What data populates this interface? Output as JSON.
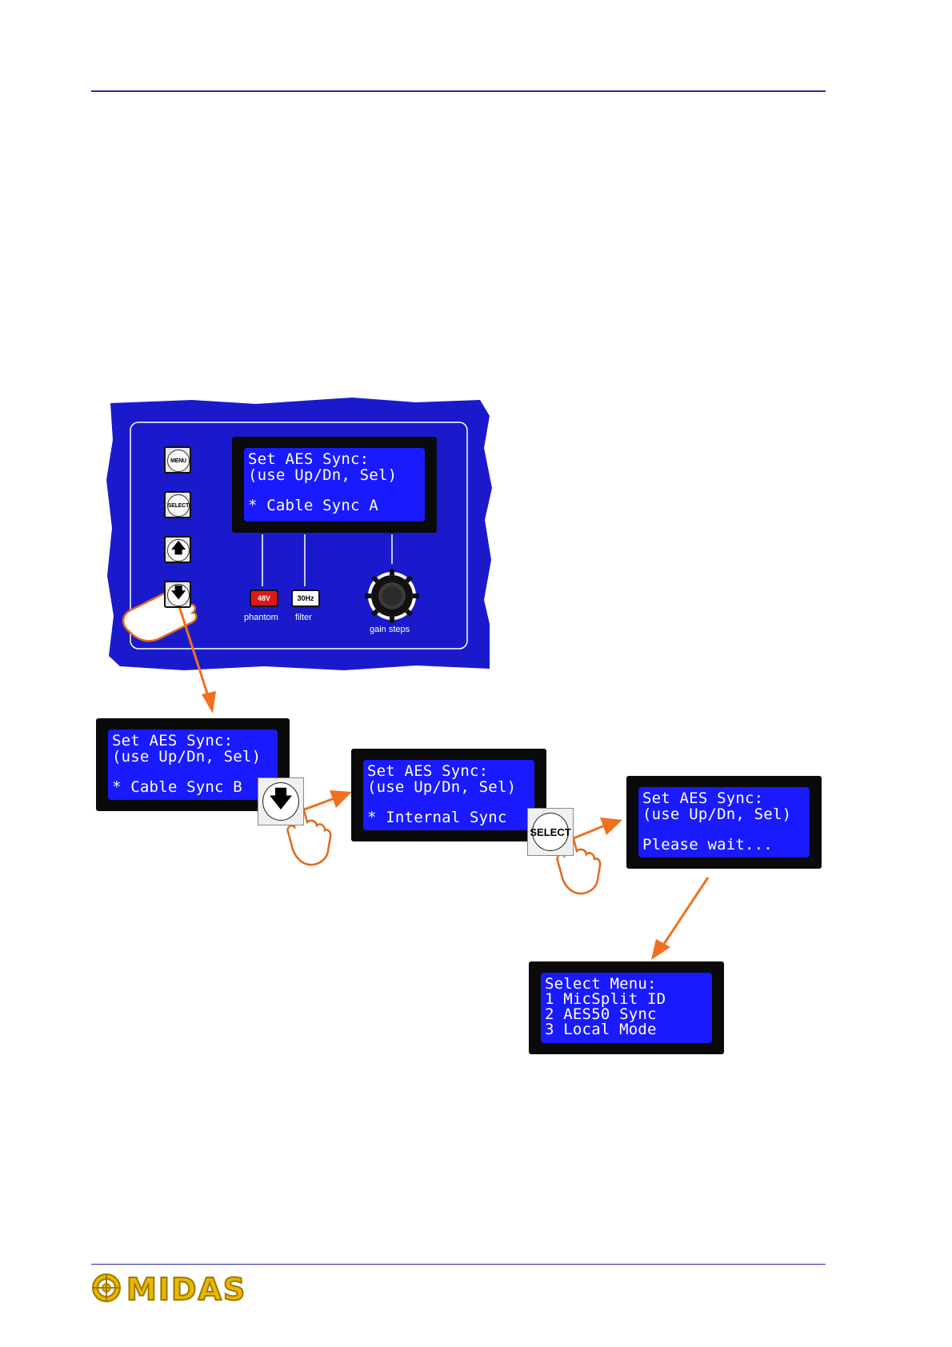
{
  "panel": {
    "buttons": {
      "menu": "MENU",
      "select": "SELECT"
    },
    "lcd": [
      "Set AES Sync:",
      "(use Up/Dn, Sel)",
      "",
      "* Cable Sync A"
    ],
    "chips": {
      "phantom_chip": "48V",
      "phantom_label": "phantom",
      "filter_chip": "30Hz",
      "filter_label": "filter"
    },
    "knob_label": "gain steps"
  },
  "screens": [
    {
      "lines": [
        "Set AES Sync:",
        "(use Up/Dn, Sel)",
        "",
        "* Cable Sync B"
      ]
    },
    {
      "lines": [
        "Set AES Sync:",
        "(use Up/Dn, Sel)",
        "",
        "* Internal Sync"
      ]
    },
    {
      "lines": [
        "Set AES Sync:",
        "(use Up/Dn, Sel)",
        "",
        "Please wait..."
      ]
    },
    {
      "lines": [
        "Select Menu:",
        "1 MicSplit ID",
        "2 AES50 Sync",
        "3 Local Mode"
      ]
    }
  ],
  "press_buttons": {
    "select": "SELECT"
  },
  "logo": "MIDAS",
  "colors": {
    "rule": "#2a2aa8",
    "panel": "#1a1acc",
    "lcd_screen": "#1a1aff",
    "arrow": "#f07020",
    "logo": "#e6b800"
  }
}
